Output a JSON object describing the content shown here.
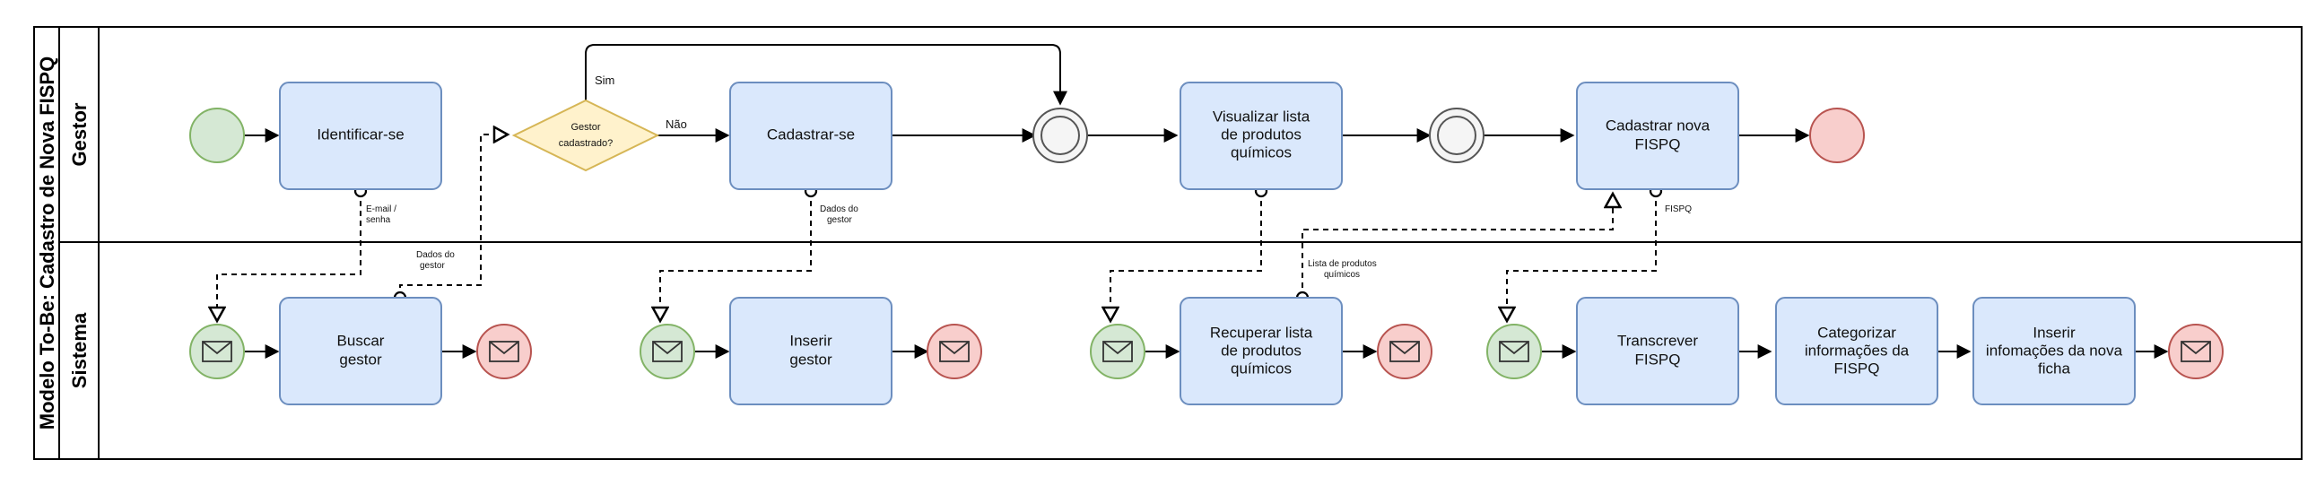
{
  "pool_title": "Modelo To-Be: Cadastro de Nova FISPQ",
  "lanes": {
    "gestor": "Gestor",
    "sistema": "Sistema"
  },
  "tasks": {
    "identificar": [
      "Identificar-se"
    ],
    "cadastrar_se": [
      "Cadastrar-se"
    ],
    "visualizar": [
      "Visualizar lista",
      "de produtos",
      "químicos"
    ],
    "cadastrar_fispq": [
      "Cadastrar nova",
      "FISPQ"
    ],
    "buscar": [
      "Buscar",
      "gestor"
    ],
    "inserir_gestor": [
      "Inserir",
      "gestor"
    ],
    "recuperar": [
      "Recuperar lista",
      "de produtos",
      "químicos"
    ],
    "transcrever": [
      "Transcrever",
      "FISPQ"
    ],
    "categorizar": [
      "Categorizar",
      "informações da",
      "FISPQ"
    ],
    "inserir_ficha": [
      "Inserir",
      "infomações da nova",
      "ficha"
    ]
  },
  "gateway": {
    "lines": [
      "Gestor",
      "cadastrado?"
    ],
    "yes": "Sim",
    "no": "Não"
  },
  "messages": {
    "email_senha": [
      "E-mail /",
      "senha"
    ],
    "dados_gestor_1": [
      "Dados do",
      "gestor"
    ],
    "dados_gestor_2": [
      "Dados do",
      "gestor"
    ],
    "lista_produtos": [
      "Lista de produtos",
      "químicos"
    ],
    "fispq": [
      "FISPQ"
    ]
  },
  "colors": {
    "task_fill": "#dae8fc",
    "task_stroke": "#6c8ebf",
    "start_fill": "#d5e8d4",
    "start_stroke": "#82b366",
    "end_fill": "#f8cecc",
    "end_stroke": "#b85450",
    "gateway_fill": "#fff2cc",
    "gateway_stroke": "#d6b656"
  }
}
